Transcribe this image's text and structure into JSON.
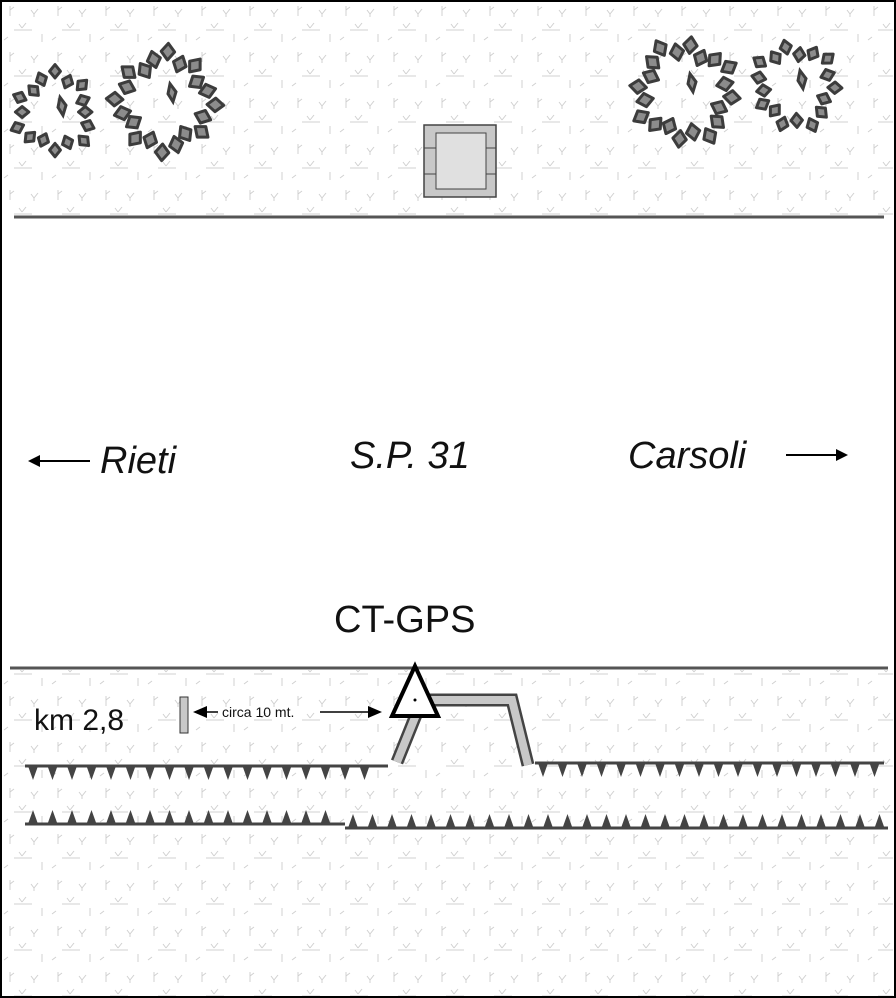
{
  "road": {
    "name": "S.P. 31",
    "left_direction": "Rieti",
    "right_direction": "Carsoli"
  },
  "station": {
    "name": "CT-GPS"
  },
  "kilometer_marker": {
    "label": "km 2,8"
  },
  "distance": {
    "label": "circa 10 mt."
  },
  "colors": {
    "tree_fill": "#8c8c8c",
    "tree_stroke": "#3c3c3c",
    "path_fill": "#c8c8c8",
    "line": "#555555",
    "grass": "#d4d4d4"
  }
}
